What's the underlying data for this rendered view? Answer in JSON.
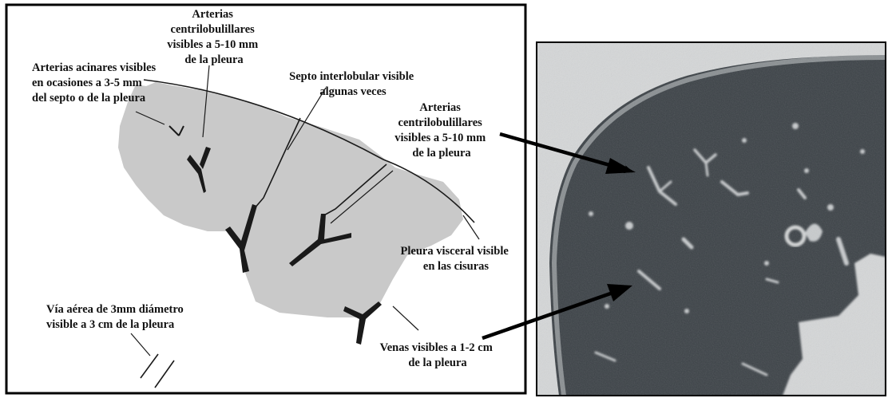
{
  "labels": {
    "centrilobular_top": [
      "Arterias",
      "centrilobulillares",
      "visibles a 5-10 mm",
      "de la pleura"
    ],
    "acinar": [
      "Arterias acinares visibles",
      "en ocasiones a 3-5 mm",
      "del septo o de la pleura"
    ],
    "septum": [
      "Septo interlobular visible",
      "algunas veces"
    ],
    "centrilobular_right": [
      "Arterias",
      "centrilobulillares",
      "visibles a 5-10 mm",
      "de la pleura"
    ],
    "visceral_pleura": [
      "Pleura visceral visible",
      "en las cisuras"
    ],
    "airway": [
      "Vía aérea de 3mm diámetro",
      "visible a 3 cm de la pleura"
    ],
    "veins": [
      "Venas visibles a 1-2 cm",
      "de la pleura"
    ]
  },
  "colors": {
    "lobule_fill": "#c9c9c9",
    "vessel": "#1a1a1a",
    "ct_lung": "#3b4146",
    "ct_soft_tissue": "#d5d7d8",
    "frame": "#000000"
  }
}
